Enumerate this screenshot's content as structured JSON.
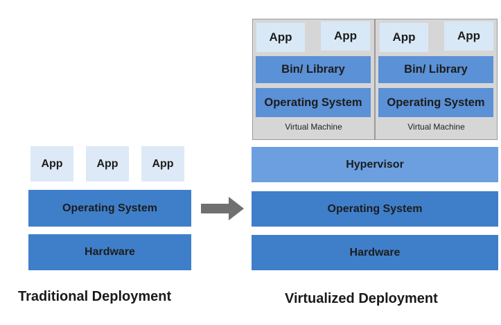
{
  "traditional": {
    "apps": [
      "App",
      "App",
      "App"
    ],
    "os": "Operating System",
    "hardware": "Hardware",
    "caption": "Traditional Deployment"
  },
  "virtualized": {
    "vms": [
      {
        "apps": [
          "App",
          "App"
        ],
        "bin_library": "Bin/ Library",
        "os": "Operating System",
        "label": "Virtual Machine"
      },
      {
        "apps": [
          "App",
          "App"
        ],
        "bin_library": "Bin/ Library",
        "os": "Operating System",
        "label": "Virtual Machine"
      }
    ],
    "hypervisor": "Hypervisor",
    "os": "Operating System",
    "hardware": "Hardware",
    "caption": "Virtualized Deployment"
  },
  "colors": {
    "app_light": "#dde9f6",
    "layer_dark": "#3f7fca",
    "hypervisor": "#6b9fe0",
    "vm_layer": "#5b91d6",
    "vm_frame": "#d6d6d6",
    "arrow": "#707070"
  },
  "icons": {
    "transition": "right-arrow-icon"
  }
}
